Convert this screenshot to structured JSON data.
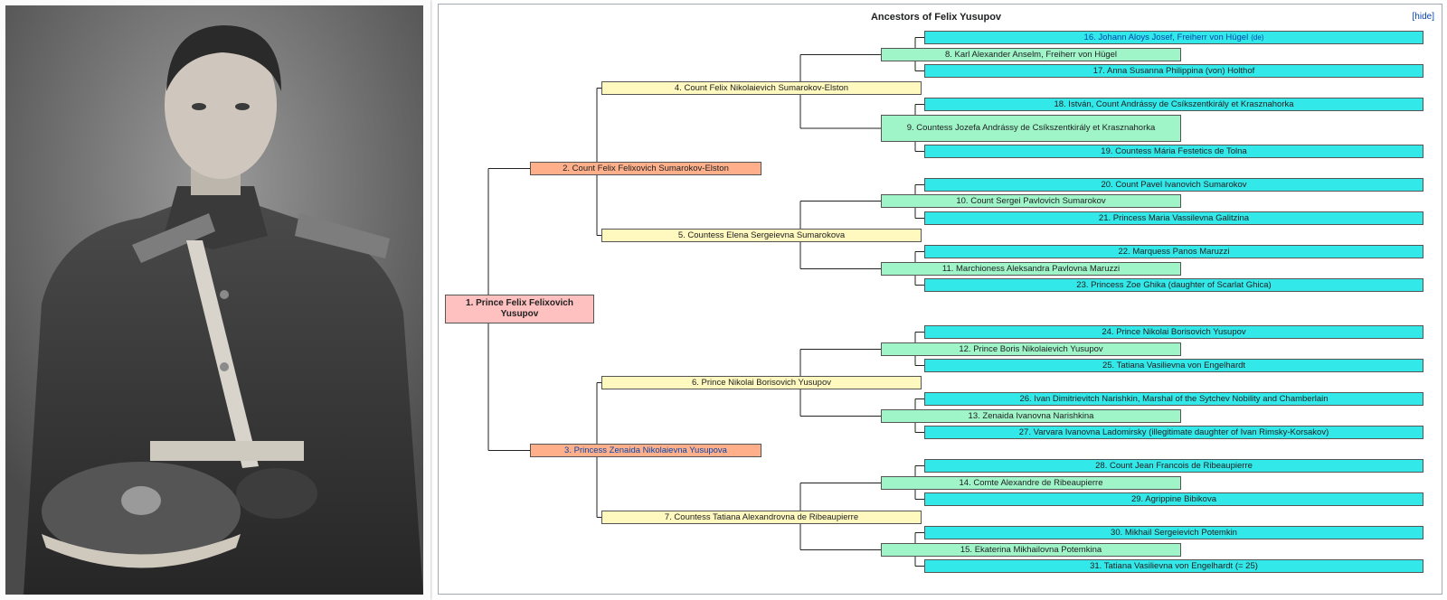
{
  "tree": {
    "title": "Ancestors of Felix Yusupov",
    "hide_label": "[hide]",
    "colors": {
      "gen1": "#ffc0c0",
      "gen2": "#ffb08a",
      "gen3": "#fff9c0",
      "gen4": "#9ff5c8",
      "gen5": "#33e8e8",
      "line": "#222222"
    },
    "nodes": {
      "n1": "1. Prince Felix Felixovich Yusupov",
      "n2": "2. Count Felix Felixovich Sumarokov-Elston",
      "n3": "3. Princess Zenaida Nikolaievna Yusupova",
      "n4": "4. Count Felix Nikolaievich Sumarokov-Elston",
      "n5": "5. Countess Elena Sergeievna Sumarokova",
      "n6": "6. Prince Nikolai Borisovich Yusupov",
      "n7": "7. Countess Tatiana Alexandrovna de Ribeaupierre",
      "n8": "8. Karl Alexander Anselm, Freiherr von Hügel",
      "n9": "9. Countess Jozefa Andrássy de Csíkszentkirály et Krasznahorka",
      "n10": "10. Count Sergei Pavlovich Sumarokov",
      "n11": "11. Marchioness Aleksandra Pavlovna Maruzzi",
      "n12": "12. Prince Boris Nikolaievich Yusupov",
      "n13": "13. Zenaida Ivanovna Narishkina",
      "n14": "14. Comte Alexandre de Ribeaupierre",
      "n15": "15. Ekaterina Mikhailovna Potemkina",
      "n16": "16. Johann Aloys Josef, Freiherr von Hügel",
      "n16_lang": "(de)",
      "n17": "17. Anna Susanna Philippina (von) Holthof",
      "n18": "18. István, Count Andrássy de Csíkszentkirály et Krasznahorka",
      "n19": "19. Countess Mária Festetics de Tolna",
      "n20": "20. Count Pavel Ivanovich Sumarokov",
      "n21": "21. Princess Maria Vassilevna Galitzina",
      "n22": "22. Marquess Panos Maruzzi",
      "n23": "23. Princess Zoe Ghika (daughter of Scarlat Ghica)",
      "n24": "24. Prince Nikolai Borisovich Yusupov",
      "n25": "25. Tatiana Vasilievna von Engelhardt",
      "n26": "26. Ivan Dimitrievitch Narishkin, Marshal of the Sytchev Nobility and Chamberlain",
      "n27": "27. Varvara Ivanovna Ladomirsky (illegitimate daughter of Ivan Rimsky-Korsakov)",
      "n28": "28. Count Jean Francois de Ribeaupierre",
      "n29": "29. Agrippine Bibikova",
      "n30": "30. Mikhail Sergeievich Potemkin",
      "n31": "31. Tatiana Vasilievna von Engelhardt (= 25)"
    }
  }
}
